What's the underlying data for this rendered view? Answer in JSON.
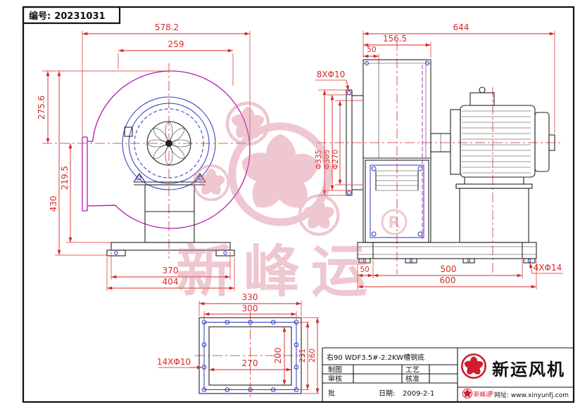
{
  "colors": {
    "dimension_red": "#d42a2a",
    "volute_magenta": "#b01bb0",
    "detail_blue": "#2d35c5",
    "watermark_pink": "#db7b90",
    "logo_red": "#cf1f2e",
    "line_black": "#222222"
  },
  "serial": {
    "label": "编号:",
    "value": "20231031"
  },
  "watermark": {
    "brand": "新峰运",
    "registered": "R"
  },
  "front_view": {
    "dim_total_width": "578.2",
    "dim_top_width": "259",
    "dim_upper_height": "275.6",
    "dim_total_height": "430",
    "dim_lower_height": "219.5",
    "dim_base_width": "370",
    "dim_base_total_width": "404"
  },
  "side_view": {
    "dim_total_length": "644",
    "dim_case_width": "156.5",
    "dim_inlet_depth": "50",
    "inlet_bolt_note": "8XΦ10",
    "dia_flange": "Φ335",
    "dia_bolt_circle": "Φ305",
    "dia_inlet": "Φ270",
    "dim_base_offset": "50",
    "dim_base_span": "500",
    "dim_base_length": "600",
    "base_bolt_note": "4XΦ14"
  },
  "flange_view": {
    "dim_outer_width": "330",
    "dim_bolt_width": "300",
    "dim_opening_width": "270",
    "dim_opening_height": "200",
    "dim_bolt_height": "231",
    "dim_outer_height": "260",
    "bolt_note": "14XΦ10"
  },
  "title_block": {
    "product": "右90 WDF3.5#-2.2KW槽钢底",
    "drafter_label": "制图",
    "process_label": "工艺",
    "checker_label": "审核",
    "approver_label": "核准",
    "batch_label": "批",
    "date_label": "日期:",
    "date_value": "2009-2-1",
    "company": "新运风机",
    "brand": "新峰运",
    "registered_mark": "®",
    "website": "网址: www.xinyunfj.com"
  }
}
